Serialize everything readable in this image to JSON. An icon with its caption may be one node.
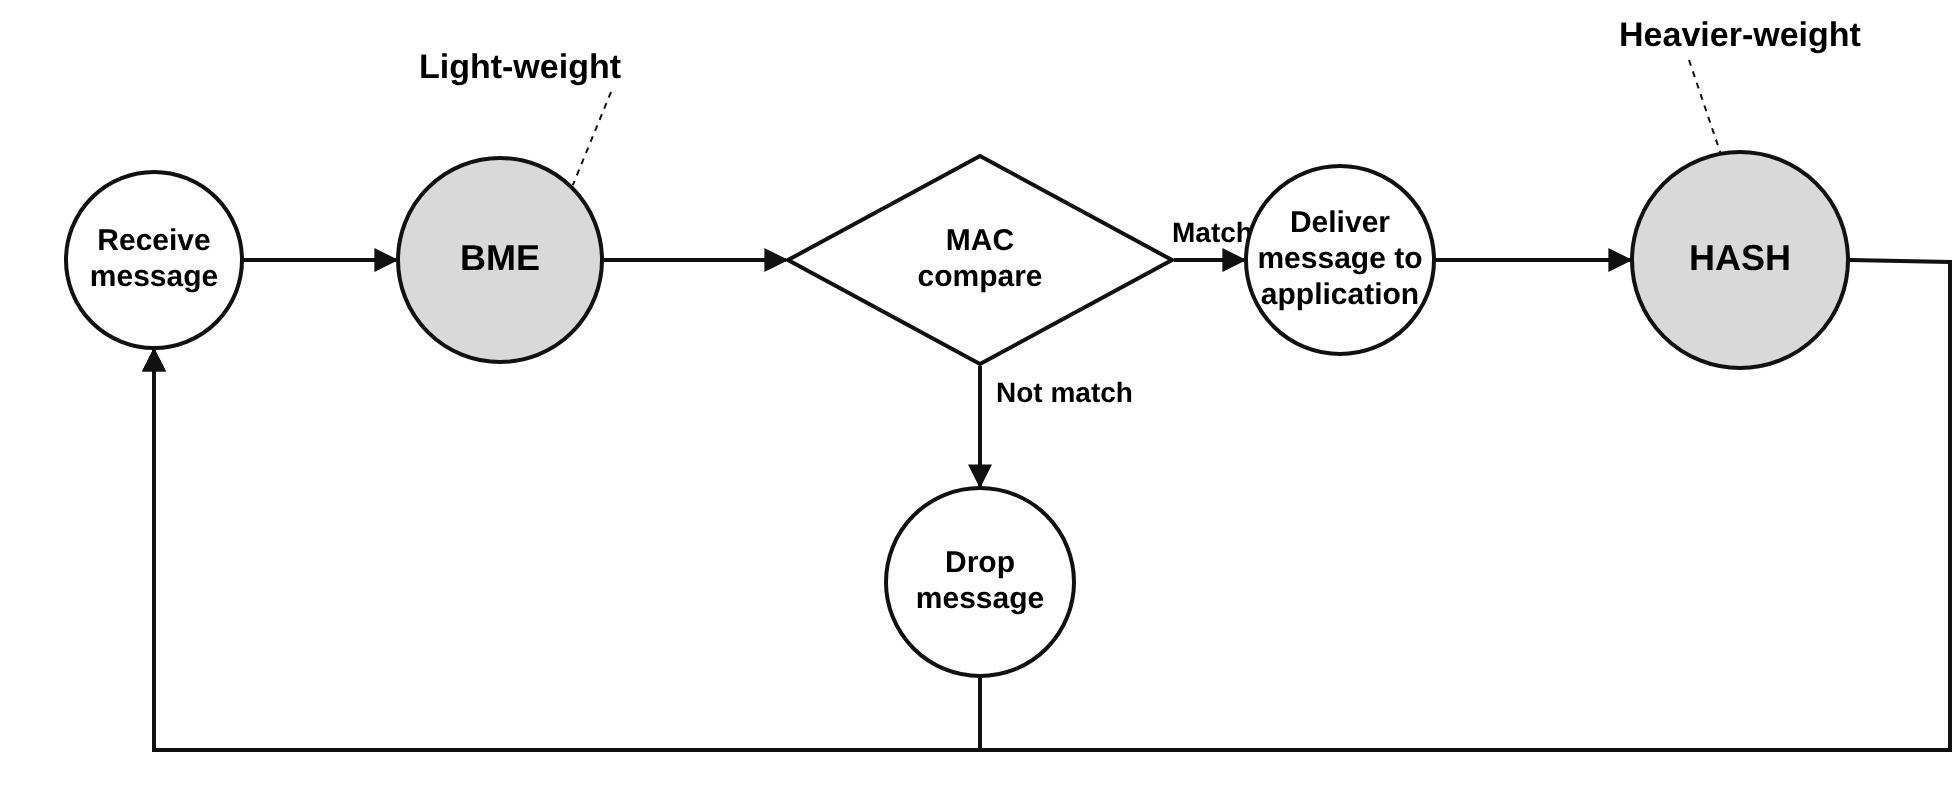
{
  "diagram": {
    "nodes": [
      {
        "text": [
          "Receive message"
        ]
      },
      {
        "text": [
          "BME"
        ]
      },
      {
        "text": [
          "MAC compare"
        ]
      },
      {
        "text": [
          "Deliver message to application"
        ]
      },
      {
        "text": [
          "HASH"
        ]
      },
      {
        "text": [
          "Drop message"
        ]
      },
      {
        "text": [
          "Light-weight"
        ]
      },
      {
        "text": [
          "Heavier-weight"
        ]
      }
    ],
    "edges": [
      {
        "from": 0,
        "to": 1,
        "arrow": "to"
      },
      {
        "from": 1,
        "to": 2,
        "arrow": "to"
      },
      {
        "from": 2,
        "to": 3,
        "arrow": "to",
        "label": "Match"
      },
      {
        "from": 2,
        "to": 5,
        "arrow": "to",
        "label": "Not match"
      },
      {
        "from": 3,
        "to": 4,
        "arrow": "to"
      },
      {
        "from": 4,
        "to": 0,
        "arrow": "to"
      },
      {
        "from": 5,
        "to": 0,
        "arrow": "to"
      },
      {
        "from": 6,
        "to": 1,
        "arrow": "none",
        "style": "dashed"
      },
      {
        "from": 7,
        "to": 4,
        "arrow": "none",
        "style": "dashed"
      }
    ]
  }
}
